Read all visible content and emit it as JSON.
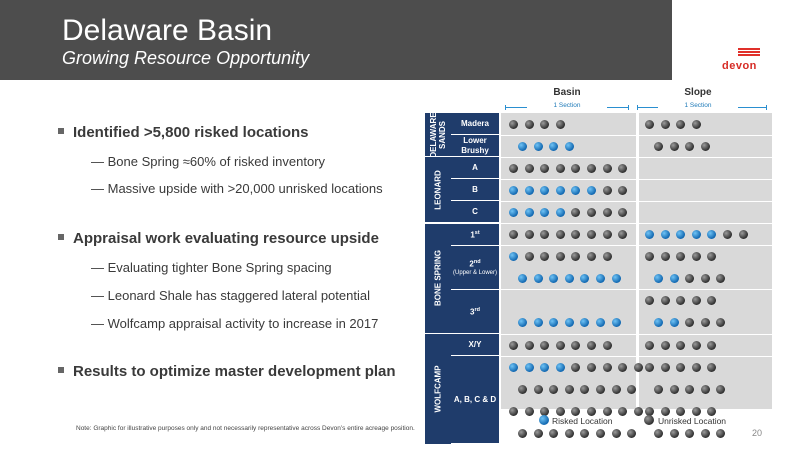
{
  "header": {
    "title": "Delaware Basin",
    "subtitle": "Growing Resource Opportunity"
  },
  "logo": {
    "text": "devon"
  },
  "bullets": [
    {
      "text": "Identified >5,800 risked locations",
      "children": [
        "Bone Spring ≈60% of risked inventory",
        "Massive upside with >20,000 unrisked locations"
      ]
    },
    {
      "text": "Appraisal work evaluating resource upside",
      "children": [
        "Evaluating tighter Bone Spring spacing",
        "Leonard Shale has staggered lateral potential",
        "Wolfcamp appraisal activity to increase in 2017"
      ]
    },
    {
      "text": "Results to optimize master development plan",
      "children": []
    }
  ],
  "chart_data": {
    "type": "table",
    "columns": [
      {
        "label": "Basin",
        "sub": "1 Section"
      },
      {
        "label": "Slope",
        "sub": "1 Section"
      }
    ],
    "groups": [
      {
        "label": "DELAWARE SANDS",
        "subs": [
          {
            "label": "Madera",
            "rows": [
              {
                "basin": "uuuu",
                "slope": "uuuu",
                "shift": 0
              }
            ]
          },
          {
            "label": "Lower Brushy",
            "rows": [
              {
                "basin": "rrrr",
                "slope": "uuuu",
                "shift": 1
              }
            ]
          }
        ]
      },
      {
        "label": "LEONARD",
        "subs": [
          {
            "label": "A",
            "rows": [
              {
                "basin": "uuuuuuuu",
                "slope": "",
                "shift": 0
              }
            ]
          },
          {
            "label": "B",
            "rows": [
              {
                "basin": "rrrrrruu",
                "slope": "",
                "shift": 0
              }
            ]
          },
          {
            "label": "C",
            "rows": [
              {
                "basin": "rrrruuuu",
                "slope": "",
                "shift": 0
              }
            ]
          }
        ]
      },
      {
        "label": "BONE SPRING",
        "subs": [
          {
            "label": "1st",
            "rows": [
              {
                "basin": "uuuuuuuu",
                "slope": "rrrrruu",
                "shift": 0
              }
            ]
          },
          {
            "label": "2nd",
            "note": "(Upper & Lower)",
            "rows": [
              {
                "basin": "ruuuuuu",
                "slope": "uuuuu",
                "shift": 0
              },
              {
                "basin": "rrrrrrr",
                "slope": "rruuu",
                "shift": 1
              }
            ]
          },
          {
            "label": "3rd",
            "rows": [
              {
                "basin": "",
                "slope": "uuuuu",
                "shift": 0
              },
              {
                "basin": "rrrrrrr",
                "slope": "rruuu",
                "shift": 1
              }
            ]
          }
        ]
      },
      {
        "label": "WOLFCAMP",
        "subs": [
          {
            "label": "X/Y",
            "rows": [
              {
                "basin": "uuuuuuu",
                "slope": "uuuuu",
                "shift": 0
              }
            ]
          },
          {
            "label": "A, B, C & D",
            "rows": [
              {
                "basin": "rrrruuuuu",
                "slope": "uuuuu",
                "shift": 0
              },
              {
                "basin": "uuuuuuuu",
                "slope": "uuuuu",
                "shift": 1
              },
              {
                "basin": "uuuuuuuuu",
                "slope": "uuuuu",
                "shift": 0
              },
              {
                "basin": "uuuuuuuu",
                "slope": "uuuuu",
                "shift": 1
              }
            ]
          }
        ]
      }
    ],
    "legend": [
      {
        "label": "Risked Location",
        "color": "#1f78c4"
      },
      {
        "label": "Unrisked Location",
        "color": "#333333"
      }
    ]
  },
  "note": "Note: Graphic for illustrative purposes only and not necessarily representative across Devon’s entire acreage position.",
  "page_number": "20"
}
